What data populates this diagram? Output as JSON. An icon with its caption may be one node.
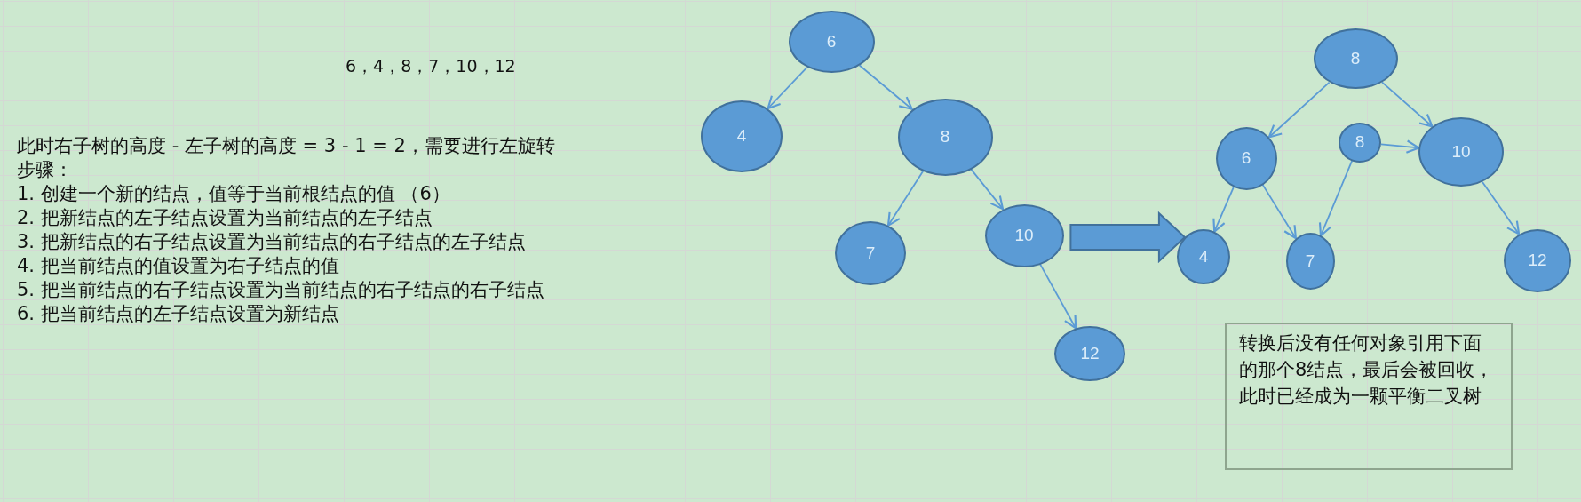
{
  "diagram": {
    "nodes": [
      {
        "text": [
          "6"
        ]
      },
      {
        "text": [
          "4"
        ]
      },
      {
        "text": [
          "8"
        ]
      },
      {
        "text": [
          "7"
        ]
      },
      {
        "text": [
          "10"
        ]
      },
      {
        "text": [
          "12"
        ]
      },
      {
        "text": [
          "8"
        ]
      },
      {
        "text": [
          "6"
        ]
      },
      {
        "text": [
          "8"
        ]
      },
      {
        "text": [
          "10"
        ]
      },
      {
        "text": [
          "4"
        ]
      },
      {
        "text": [
          "7"
        ]
      },
      {
        "text": [
          "12"
        ]
      },
      {
        "text": [
          "转换后没有任何对象引用下面的那个8结点，最后会被回收，此时已经成为一颗平衡二叉树"
        ]
      }
    ],
    "edges": [
      {
        "from": 0,
        "to": 1,
        "arrow": "to"
      },
      {
        "from": 0,
        "to": 2,
        "arrow": "to"
      },
      {
        "from": 2,
        "to": 3,
        "arrow": "to"
      },
      {
        "from": 2,
        "to": 4,
        "arrow": "to"
      },
      {
        "from": 4,
        "to": 5,
        "arrow": "to"
      },
      {
        "from": 6,
        "to": 7,
        "arrow": "to"
      },
      {
        "from": 6,
        "to": 9,
        "arrow": "to"
      },
      {
        "from": 7,
        "to": 10,
        "arrow": "to"
      },
      {
        "from": 7,
        "to": 11,
        "arrow": "to"
      },
      {
        "from": 8,
        "to": 11,
        "arrow": "to"
      },
      {
        "from": 8,
        "to": 9,
        "arrow": "to"
      },
      {
        "from": 9,
        "to": 12,
        "arrow": "to"
      },
      {
        "from": 4,
        "to": 10,
        "arrow": "to",
        "style": "thick"
      }
    ],
    "labels": [
      "6，4，8，7，10，12",
      "此时右子树的高度 - 左子树的高度 = 3 - 1 = 2，需要进行左旋转",
      "步骤：",
      "1. 创建一个新的结点，值等于当前根结点的值 （6）",
      "2. 把新结点的左子结点设置为当前结点的左子结点",
      "3. 把新结点的右子结点设置为当前结点的右子结点的左子结点",
      "4. 把当前结点的值设置为右子结点的值",
      "5. 把当前结点的右子结点设置为当前结点的右子结点的右子结点",
      "6. 把当前结点的左子结点设置为新结点"
    ]
  }
}
